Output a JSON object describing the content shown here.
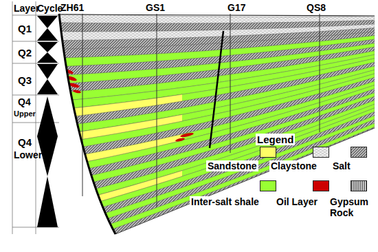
{
  "diagram": {
    "labels": [
      "Layer",
      "Cycle",
      "ZH61",
      "GS1",
      "G17",
      "QS8",
      "Q1",
      "Q2",
      "Q3",
      "Q4",
      "Upper",
      "Q4",
      "Lower",
      "Legend"
    ],
    "legend": [
      {
        "text": "Sandstone",
        "color": "#ffff66"
      },
      {
        "text": "Claystone"
      },
      {
        "text": "Salt"
      },
      {
        "text": "Inter-salt shale",
        "color": "#99ff33"
      },
      {
        "text": "Oil Layer",
        "color": "#cc0000"
      },
      {
        "text": "Gypsum Rock"
      }
    ]
  }
}
